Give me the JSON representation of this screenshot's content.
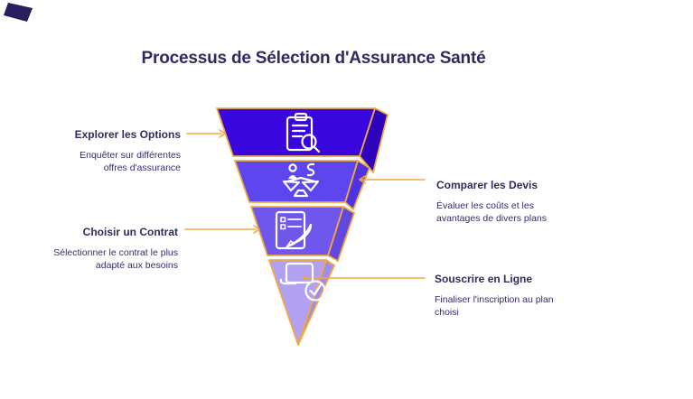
{
  "title": "Processus de Sélection d'Assurance Santé",
  "colors": {
    "background": "#FFFFFF",
    "gold": "#EFA93F",
    "title_text": "#32295E",
    "body_text": "#352C6B",
    "icon_stroke": "#FFFFFF",
    "corner_accent": "#2A1D5E"
  },
  "funnel": {
    "levels": [
      {
        "label": "Explorer les Options",
        "desc_line1": "Enquêter sur différentes",
        "desc_line2": "offres d'assurance",
        "side": "left",
        "icon": "clipboard-search-icon",
        "color": "#3906DD",
        "side_color": "#2F02BE"
      },
      {
        "label": "Comparer les Devis",
        "desc_line1": "Évaluer les coûts et les",
        "desc_line2": "avantages de divers plans",
        "side": "right",
        "icon": "balance-scale-icon",
        "color": "#5D46EF",
        "side_color": "#4F33E2"
      },
      {
        "label": "Choisir un Contrat",
        "desc_line1": "Sélectionner le contrat le plus",
        "desc_line2": "adapté aux besoins",
        "side": "left",
        "icon": "contract-pen-icon",
        "color": "#6F57EE",
        "side_color": "#6248DD"
      },
      {
        "label": "Souscrire en Ligne",
        "desc_line1": "Finaliser l'inscription au plan",
        "desc_line2": "choisi",
        "side": "right",
        "icon": "laptop-check-icon",
        "color": "#B2A0F2",
        "side_color": "#A18CEC"
      }
    ]
  }
}
